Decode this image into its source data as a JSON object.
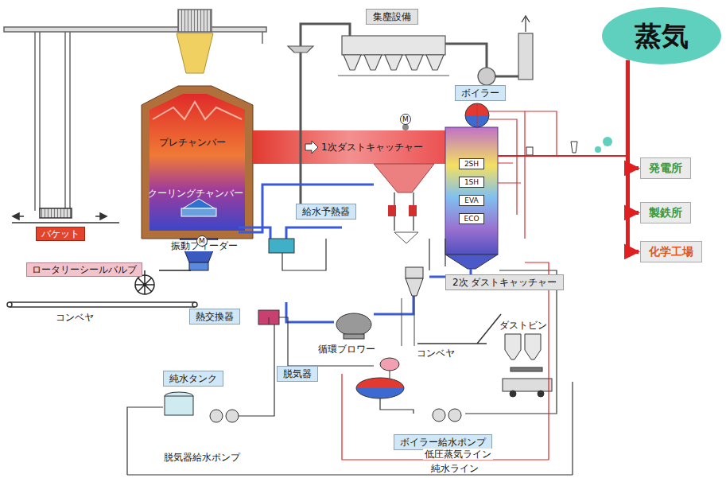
{
  "diagram": {
    "nodes": [
      {
        "text": [
          "集塵設備"
        ]
      },
      {
        "text": [
          "ボイラー"
        ]
      },
      {
        "text": [
          "蒸気"
        ]
      },
      {
        "text": [
          "2SH"
        ]
      },
      {
        "text": [
          "1SH"
        ]
      },
      {
        "text": [
          "EVA"
        ]
      },
      {
        "text": [
          "ECO"
        ]
      },
      {
        "text": [
          "発電所"
        ]
      },
      {
        "text": [
          "製鉄所"
        ]
      },
      {
        "text": [
          "化学工場"
        ]
      },
      {
        "text": [
          "バケット"
        ]
      },
      {
        "text": [
          "ロータリーシールバルブ"
        ]
      },
      {
        "text": [
          "給水予熱器"
        ]
      },
      {
        "text": [
          "熱交換器"
        ]
      },
      {
        "text": [
          "2次 ダストキャッチャー"
        ]
      },
      {
        "text": [
          "純水タンク"
        ]
      },
      {
        "text": [
          "脱気器"
        ]
      },
      {
        "text": [
          "ボイラー給水ポンプ"
        ]
      }
    ],
    "edges": [
      {
        "from": 2,
        "to": 7,
        "arrow": "to"
      },
      {
        "from": 2,
        "to": 8,
        "arrow": "to"
      },
      {
        "from": 2,
        "to": 9,
        "arrow": "to"
      }
    ],
    "labels": [
      "プレチャンバー",
      "クーリングチャンバー",
      "1次ダストキャッチャー",
      "M",
      "振動フィーダー",
      "M",
      "コンベヤ",
      "循環ブロワー",
      "コンベヤ",
      "ダストビン",
      "脱気器給水ポンプ",
      "低圧蒸気ライン",
      "純水ライン"
    ]
  }
}
